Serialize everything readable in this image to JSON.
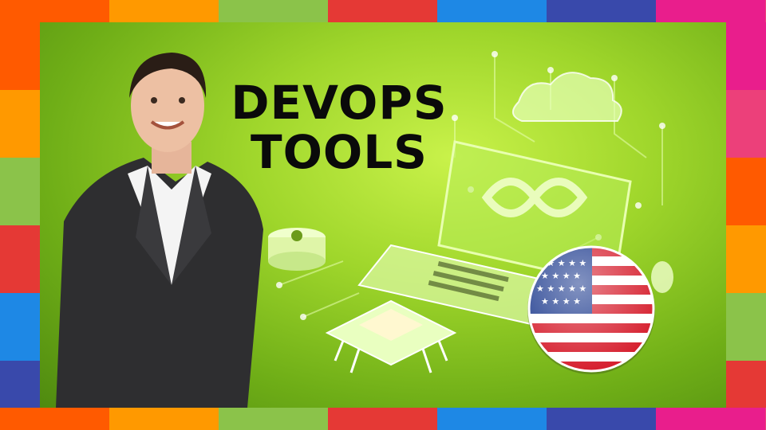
{
  "title": {
    "line1": "DEVOPS",
    "line2": "TOOLS"
  },
  "colors": {
    "background_green": "#9fd62b",
    "title_text": "#0a0a0a",
    "frame_palette": [
      "#ff5a00",
      "#ff9900",
      "#8bc34a",
      "#e53935",
      "#1e88e5",
      "#3949ab",
      "#e91e8c",
      "#ec407a"
    ]
  },
  "icons": {
    "person_photo": "presenter-photo",
    "laptop": "laptop-illustration",
    "cloud": "cloud-icon",
    "infinity": "devops-infinity-icon",
    "database": "database-gear-icon",
    "chip": "microchip-icon",
    "flag": "usa-flag-badge"
  }
}
